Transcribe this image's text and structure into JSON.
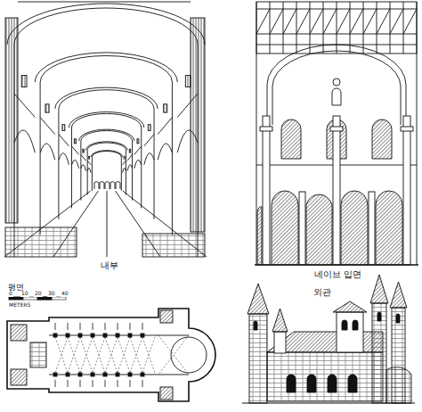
{
  "diagram": {
    "labels": [
      "내부",
      "네이브 입면",
      "평면",
      "0",
      "10",
      "20",
      "30",
      "40",
      "METERS",
      "외관"
    ]
  }
}
